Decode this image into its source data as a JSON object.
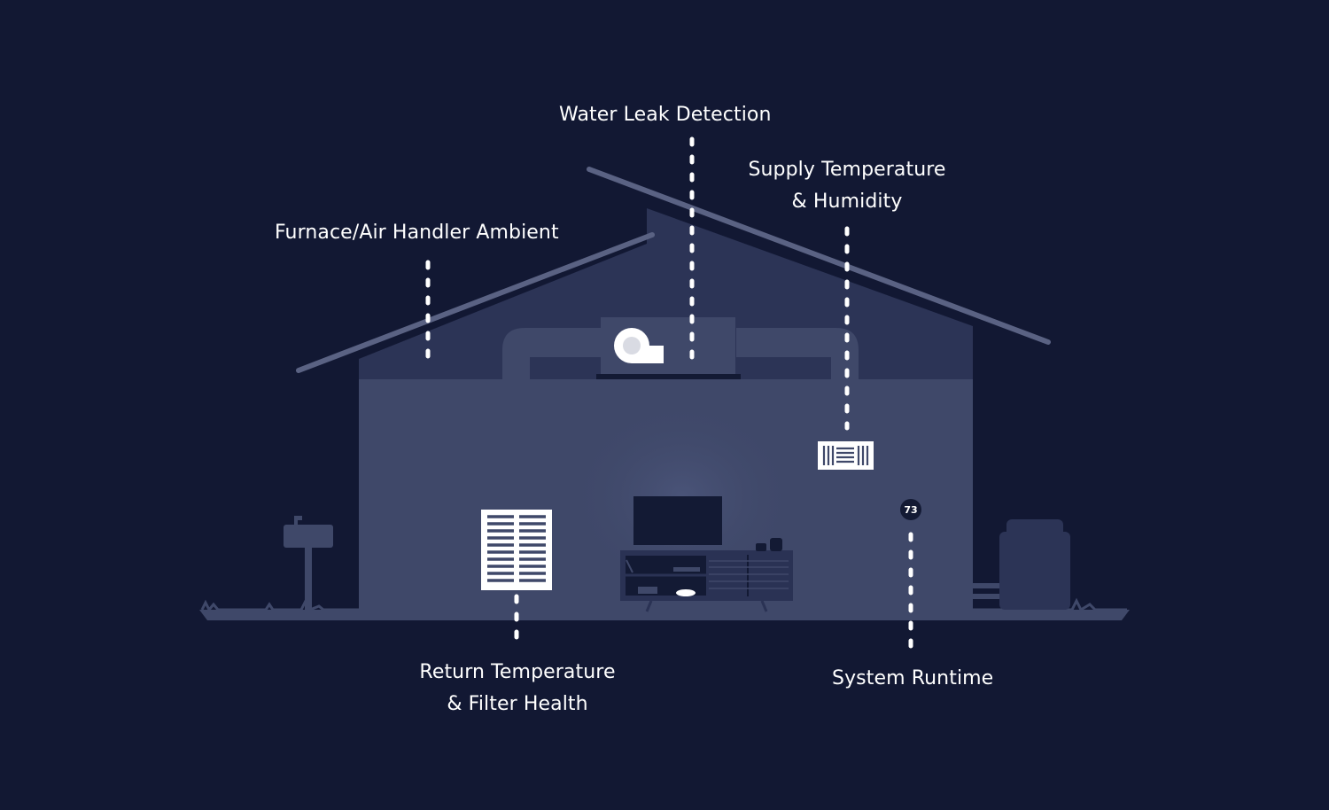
{
  "labels": {
    "water_leak": "Water Leak Detection",
    "supply_line1": "Supply Temperature",
    "supply_line2": "& Humidity",
    "furnace": "Furnace/Air Handler Ambient",
    "return_line1": "Return Temperature",
    "return_line2": "& Filter Health",
    "runtime": "System Runtime"
  },
  "thermostat": {
    "reading": "73"
  },
  "colors": {
    "background": "#121833",
    "house_wall": "#3f4869",
    "attic": "#2c3456",
    "roof_line": "#5a6283",
    "furniture": "#2a3254",
    "dark_screen": "#131a34",
    "white": "#ffffff"
  }
}
